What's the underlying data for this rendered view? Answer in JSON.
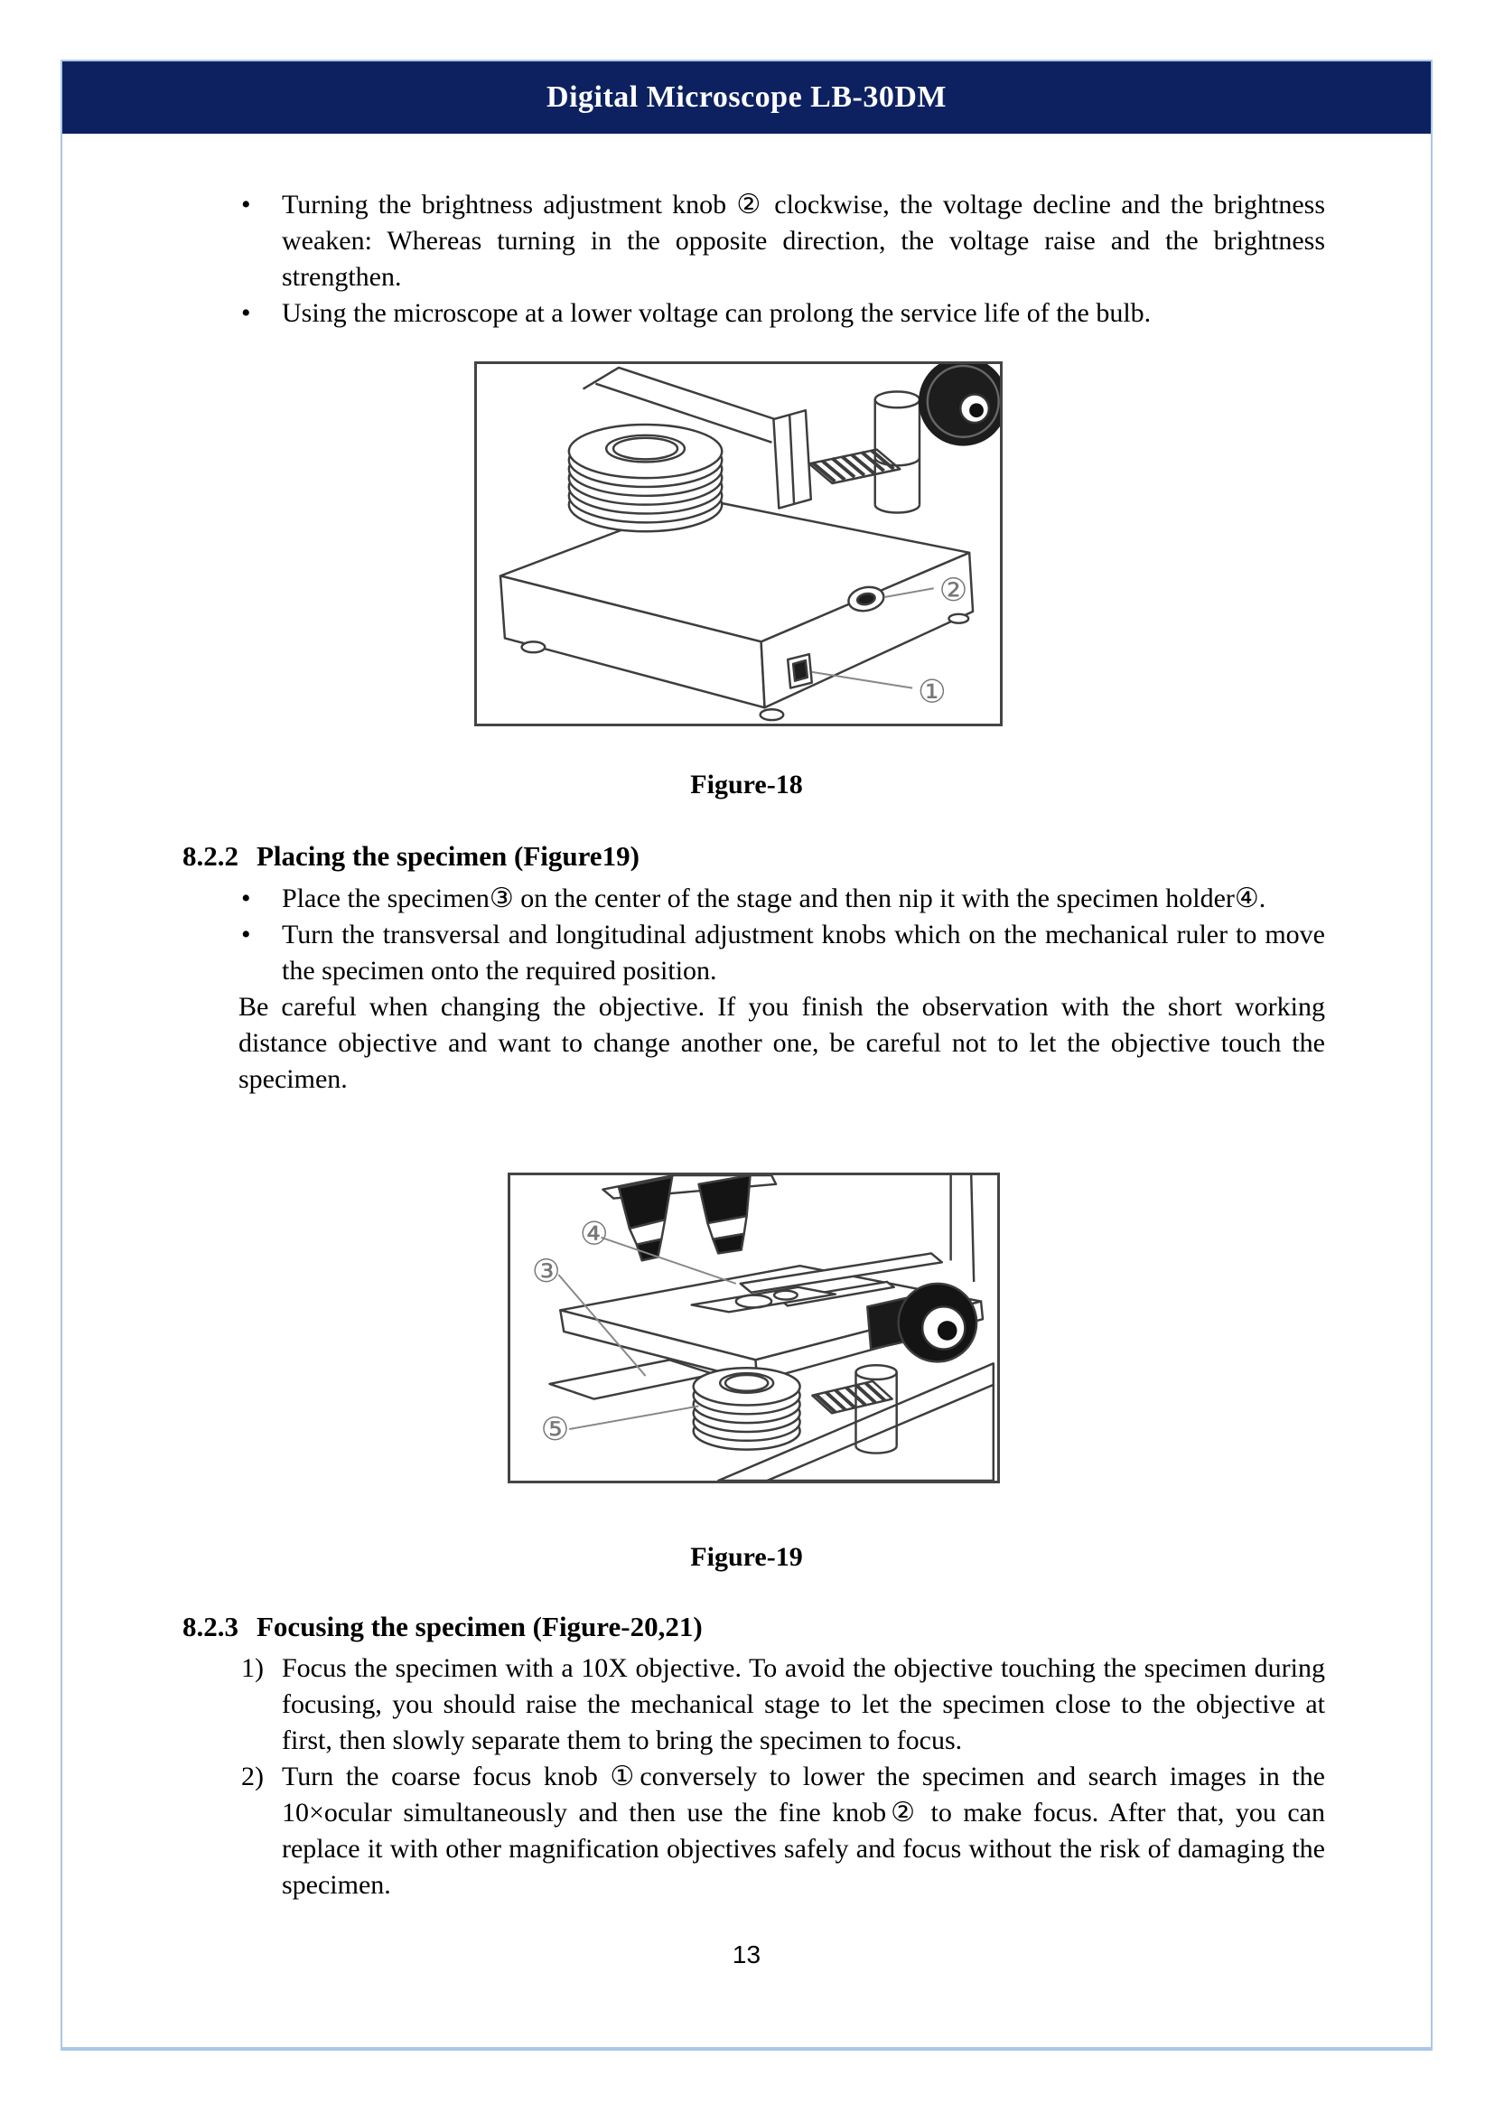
{
  "header": {
    "title": "Digital Microscope LB-30DM"
  },
  "colors": {
    "header_bg": "#0d2161",
    "page_border": "#a9c7e8",
    "figure_border": "#444444"
  },
  "ui": {
    "bullet_char": "•"
  },
  "intro": {
    "bullets": [
      "Turning the brightness adjustment knob ② clockwise, the voltage decline and the brightness weaken: Whereas turning in the opposite direction, the voltage raise and the brightness strengthen.",
      "Using the microscope at a lower voltage can prolong the service life of the bulb."
    ]
  },
  "figure18": {
    "caption": "Figure-18",
    "labels": {
      "l2": "②",
      "l1": "①"
    }
  },
  "section_822": {
    "number": "8.2.2",
    "title": "Placing the specimen (Figure19)",
    "bullets": [
      "Place the specimen③ on the center of the stage and then nip it with the specimen holder④.",
      "Turn the transversal and longitudinal adjustment knobs which on the mechanical ruler to move the specimen onto the required position."
    ],
    "note": "Be careful when changing the objective. If you finish the observation with the short working distance objective and want to change another one, be careful not to let the objective touch the specimen."
  },
  "figure19": {
    "caption": "Figure-19",
    "labels": {
      "l3": "③",
      "l4": "④",
      "l5": "⑤"
    }
  },
  "section_823": {
    "number": "8.2.3",
    "title": "Focusing the specimen (Figure-20,21)",
    "items": [
      {
        "marker": "1)",
        "text": "Focus the specimen with a 10X objective. To avoid the objective touching the specimen during focusing, you should raise the mechanical stage to let the specimen close to the objective at first, then slowly separate them to bring the specimen to focus."
      },
      {
        "marker": "2)",
        "text": "Turn the coarse focus knob ①conversely to lower the specimen and search images in the 10×ocular simultaneously and then use the fine knob② to make focus. After that, you can replace it with other magnification objectives safely and focus without the risk of damaging the specimen."
      }
    ]
  },
  "footer": {
    "page_number": "13"
  }
}
